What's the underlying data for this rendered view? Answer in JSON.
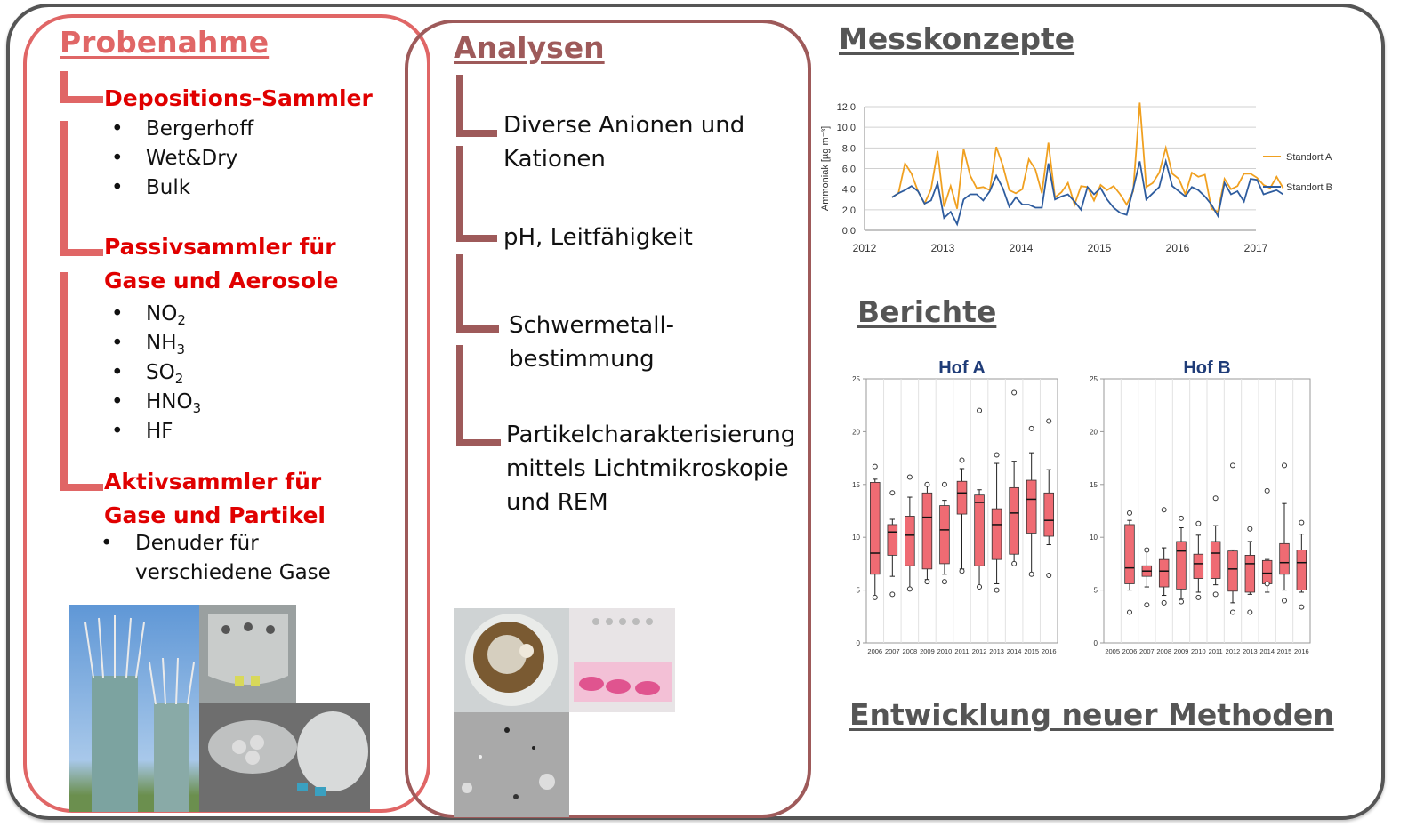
{
  "probenahme": {
    "title": "Probenahme",
    "depositions": {
      "heading": "Depositions-Sammler",
      "items": [
        "Bergerhoff",
        "Wet&Dry",
        "Bulk"
      ]
    },
    "passiv": {
      "heading_line1": "Passivsammler für",
      "heading_line2": "Gase und Aerosole",
      "items": [
        {
          "base": "NO",
          "sub": "2"
        },
        {
          "base": "NH",
          "sub": "3"
        },
        {
          "base": "SO",
          "sub": "2"
        },
        {
          "base": "HNO",
          "sub": "3"
        },
        {
          "base": "HF",
          "sub": ""
        }
      ]
    },
    "aktiv": {
      "heading_line1": "Aktivsammler für",
      "heading_line2": "Gase und Partikel",
      "items": [
        {
          "line1": "Denuder für",
          "line2": "verschiedene Gase"
        }
      ]
    },
    "bullet": "•"
  },
  "analysen": {
    "title": "Analysen",
    "items": [
      {
        "line1": "Diverse Anionen und",
        "line2": "Kationen"
      },
      {
        "line1": "pH, Leitfähigkeit",
        "line2": ""
      },
      {
        "line1": "Schwermetall-",
        "line2": "bestimmung"
      },
      {
        "line1": "Partikelcharakterisierung",
        "line2": "mittels Lichtmikroskopie",
        "line3": "und REM"
      }
    ]
  },
  "messkonzepte": {
    "title": "Messkonzepte"
  },
  "berichte": {
    "title": "Berichte"
  },
  "entwicklung": {
    "title": "Entwicklung neuer Methoden"
  },
  "colors": {
    "red": "#e00000",
    "pink_frame": "#e06666",
    "mid_frame": "#9e5a5a",
    "orange": "#f0a020",
    "blue": "#2e5c9e",
    "box_fill": "#ef6b73"
  },
  "chart_data": [
    {
      "type": "line",
      "ylabel": "Ammoniak [µg m⁻³]",
      "ylim": [
        0,
        12
      ],
      "yticks": [
        "0.0",
        "2.0",
        "4.0",
        "6.0",
        "8.0",
        "10.0",
        "12.0"
      ],
      "xticks": [
        "2012",
        "2013",
        "2014",
        "2015",
        "2016",
        "2017"
      ],
      "xlim": [
        2012,
        2017
      ],
      "legend_position": "right",
      "series": [
        {
          "name": "Standort A",
          "color": "#f0a020",
          "x_start": 2012.35,
          "step": 0.0833,
          "values": [
            3.2,
            3.6,
            6.5,
            5.5,
            3.8,
            2.6,
            4.0,
            7.7,
            2.3,
            4.3,
            2.1,
            7.9,
            5.3,
            4.1,
            4.2,
            3.9,
            8.1,
            6.3,
            3.9,
            3.6,
            4.0,
            6.9,
            5.9,
            3.6,
            8.5,
            3.2,
            3.7,
            4.6,
            2.5,
            4.3,
            4.2,
            2.9,
            4.4,
            3.9,
            4.3,
            3.5,
            2.5,
            3.8,
            12.4,
            4.2,
            4.6,
            5.6,
            8.0,
            5.5,
            5.0,
            3.5,
            5.6,
            5.2,
            5.4,
            2.1,
            1.8,
            5.0,
            4.0,
            4.3,
            5.5,
            5.5,
            5.1,
            4.4,
            4.1,
            5.2,
            4.1
          ]
        },
        {
          "name": "Standort B",
          "color": "#2e5c9e",
          "x_start": 2012.35,
          "step": 0.0833,
          "values": [
            3.2,
            3.6,
            3.9,
            4.3,
            3.8,
            2.6,
            2.9,
            4.6,
            1.2,
            1.8,
            0.6,
            3.0,
            3.5,
            3.5,
            2.9,
            3.8,
            5.3,
            4.1,
            2.3,
            3.2,
            2.5,
            2.5,
            2.2,
            2.2,
            6.5,
            3.0,
            3.3,
            3.5,
            2.8,
            2.0,
            4.2,
            3.5,
            4.1,
            3.0,
            2.2,
            1.7,
            1.5,
            4.0,
            6.7,
            3.0,
            3.6,
            4.2,
            6.7,
            4.3,
            3.8,
            3.3,
            4.2,
            3.9,
            3.3,
            2.5,
            1.4,
            4.6,
            3.5,
            3.8,
            2.8,
            5.0,
            4.9,
            3.5,
            3.7,
            3.9,
            3.5
          ]
        }
      ]
    },
    {
      "type": "box",
      "title": "Hof A",
      "ylim": [
        0,
        25
      ],
      "yticks": [
        "0",
        "5",
        "10",
        "15",
        "20",
        "25"
      ],
      "categories": [
        "2006",
        "2007",
        "2008",
        "2009",
        "2010",
        "2011",
        "2012",
        "2013",
        "2014",
        "2015",
        "2016"
      ],
      "boxes": [
        {
          "q1": 6.5,
          "med": 8.5,
          "q3": 15.2,
          "wl": 4.3,
          "wh": 15.5,
          "out": [
            16.7,
            4.3
          ]
        },
        {
          "q1": 8.3,
          "med": 10.5,
          "q3": 11.2,
          "wl": 6.3,
          "wh": 11.7,
          "out": [
            14.2,
            4.6
          ]
        },
        {
          "q1": 7.3,
          "med": 10.2,
          "q3": 12.0,
          "wl": 5.0,
          "wh": 13.8,
          "out": [
            15.7,
            5.1
          ]
        },
        {
          "q1": 7.0,
          "med": 11.9,
          "q3": 14.2,
          "wl": 6.0,
          "wh": 15.0,
          "out": [
            15.0,
            5.8
          ]
        },
        {
          "q1": 7.5,
          "med": 10.7,
          "q3": 13.0,
          "wl": 6.5,
          "wh": 13.5,
          "out": [
            15.0,
            5.8
          ]
        },
        {
          "q1": 12.2,
          "med": 14.2,
          "q3": 15.3,
          "wl": 7.0,
          "wh": 16.5,
          "out": [
            17.3,
            6.8
          ]
        },
        {
          "q1": 7.3,
          "med": 13.3,
          "q3": 14.0,
          "wl": 5.3,
          "wh": 14.5,
          "out": [
            22.0,
            5.3
          ]
        },
        {
          "q1": 7.9,
          "med": 11.2,
          "q3": 12.7,
          "wl": 5.6,
          "wh": 17.0,
          "out": [
            17.8,
            5.0
          ]
        },
        {
          "q1": 8.4,
          "med": 12.3,
          "q3": 14.7,
          "wl": 7.5,
          "wh": 17.2,
          "out": [
            23.7,
            7.5
          ]
        },
        {
          "q1": 10.4,
          "med": 13.6,
          "q3": 15.4,
          "wl": 6.5,
          "wh": 18.0,
          "out": [
            20.3,
            6.5
          ]
        },
        {
          "q1": 10.1,
          "med": 11.6,
          "q3": 14.2,
          "wl": 9.3,
          "wh": 16.4,
          "out": [
            21.0,
            6.4
          ]
        }
      ]
    },
    {
      "type": "box",
      "title": "Hof B",
      "ylim": [
        0,
        25
      ],
      "yticks": [
        "0",
        "5",
        "10",
        "15",
        "20",
        "25"
      ],
      "categories": [
        "2005",
        "2006",
        "2007",
        "2008",
        "2009",
        "2010",
        "2011",
        "2012",
        "2013",
        "2014",
        "2015",
        "2016"
      ],
      "boxes": [
        null,
        {
          "q1": 5.6,
          "med": 7.1,
          "q3": 11.2,
          "wl": 5.0,
          "wh": 11.6,
          "out": [
            12.3,
            2.9
          ]
        },
        {
          "q1": 6.3,
          "med": 6.8,
          "q3": 7.3,
          "wl": 5.3,
          "wh": 8.9,
          "out": [
            8.8,
            3.6
          ]
        },
        {
          "q1": 5.3,
          "med": 6.8,
          "q3": 7.9,
          "wl": 4.5,
          "wh": 9.0,
          "out": [
            12.6,
            3.8
          ]
        },
        {
          "q1": 5.1,
          "med": 8.7,
          "q3": 9.6,
          "wl": 4.2,
          "wh": 10.9,
          "out": [
            11.8,
            3.9
          ]
        },
        {
          "q1": 6.1,
          "med": 7.5,
          "q3": 8.4,
          "wl": 4.8,
          "wh": 10.2,
          "out": [
            11.3,
            4.3
          ]
        },
        {
          "q1": 6.1,
          "med": 8.5,
          "q3": 9.6,
          "wl": 5.5,
          "wh": 11.1,
          "out": [
            13.7,
            4.6
          ]
        },
        {
          "q1": 4.9,
          "med": 7.0,
          "q3": 8.7,
          "wl": 3.8,
          "wh": 8.8,
          "out": [
            16.8,
            2.9
          ]
        },
        {
          "q1": 4.8,
          "med": 7.5,
          "q3": 8.3,
          "wl": 4.6,
          "wh": 9.6,
          "out": [
            10.8,
            2.9
          ]
        },
        {
          "q1": 5.6,
          "med": 6.6,
          "q3": 7.8,
          "wl": 4.8,
          "wh": 7.9,
          "out": [
            14.4,
            5.6
          ]
        },
        {
          "q1": 6.5,
          "med": 7.6,
          "q3": 9.4,
          "wl": 5.0,
          "wh": 13.2,
          "out": [
            16.8,
            4.0
          ]
        },
        {
          "q1": 5.0,
          "med": 7.6,
          "q3": 8.8,
          "wl": 4.8,
          "wh": 10.3,
          "out": [
            11.4,
            3.4
          ]
        }
      ]
    }
  ]
}
